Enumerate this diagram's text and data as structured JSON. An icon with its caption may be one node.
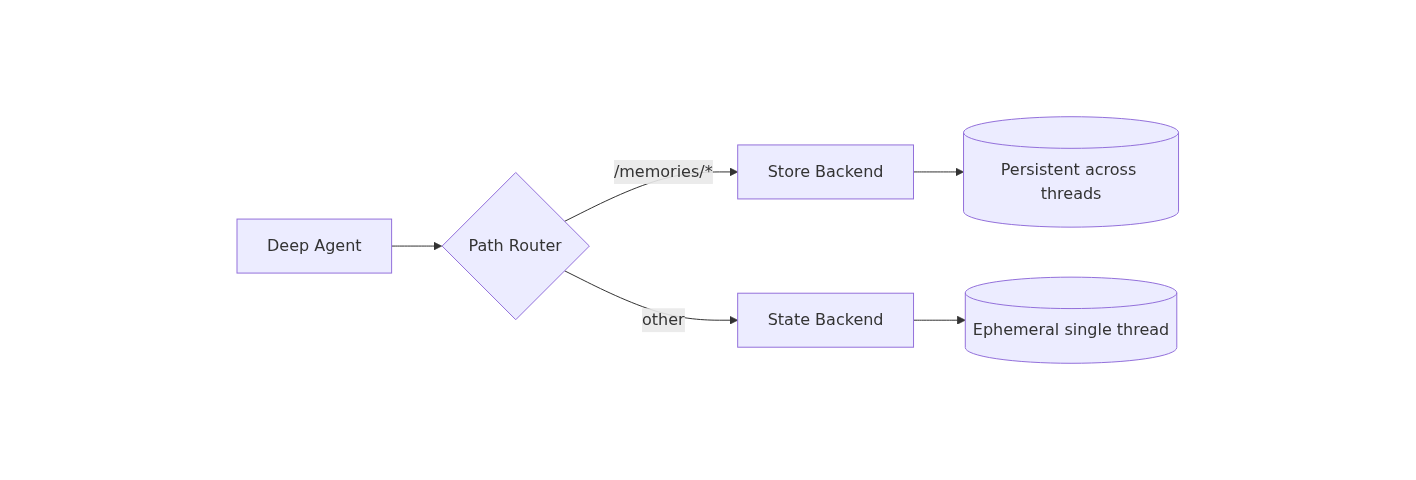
{
  "diagram": {
    "nodes": [
      {
        "text": [
          "Deep Agent"
        ]
      },
      {
        "text": [
          "Path Router"
        ]
      },
      {
        "text": [
          "Store Backend"
        ]
      },
      {
        "text": [
          "Persistent across threads"
        ]
      },
      {
        "text": [
          "State Backend"
        ]
      },
      {
        "text": [
          "Ephemeral single thread"
        ]
      }
    ],
    "edges": [
      {
        "from": 0,
        "to": 1,
        "arrow": "to"
      },
      {
        "from": 1,
        "to": 2,
        "arrow": "to",
        "label": "/memories/*"
      },
      {
        "from": 1,
        "to": 4,
        "arrow": "to",
        "label": "other"
      },
      {
        "from": 2,
        "to": 3,
        "arrow": "to"
      },
      {
        "from": 4,
        "to": 5,
        "arrow": "to"
      }
    ]
  }
}
